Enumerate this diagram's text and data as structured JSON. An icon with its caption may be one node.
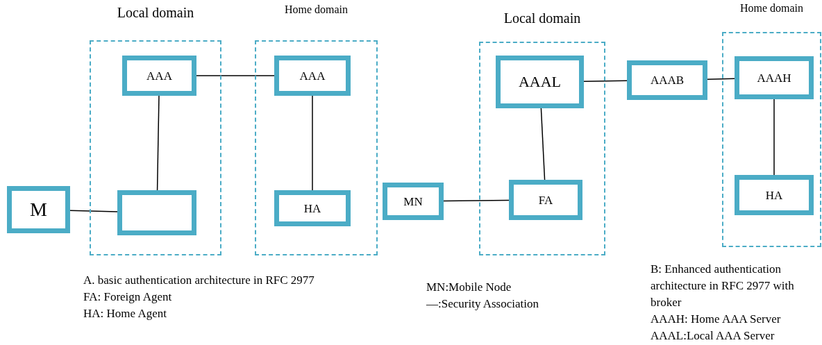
{
  "diagram": {
    "nodes": [
      {
        "text": [
          "Local domain"
        ]
      },
      {
        "text": [
          "AAA"
        ],
        "in": 0
      },
      {
        "text": [],
        "shape": "box",
        "in": 0
      },
      {
        "text": [
          "Home domain"
        ]
      },
      {
        "text": [
          "AAA"
        ],
        "in": 3
      },
      {
        "text": [
          "HA"
        ],
        "in": 3
      },
      {
        "text": [
          "M"
        ]
      },
      {
        "text": [
          "MN"
        ]
      },
      {
        "text": [
          "Local domain"
        ]
      },
      {
        "text": [
          "AAAL"
        ],
        "in": 8
      },
      {
        "text": [
          "FA"
        ],
        "in": 8
      },
      {
        "text": [
          "AAAB"
        ]
      },
      {
        "text": [
          "Home domain"
        ]
      },
      {
        "text": [
          "AAAH"
        ],
        "in": 12
      },
      {
        "text": [
          "HA"
        ],
        "in": 12
      }
    ],
    "edges": [
      {
        "from": 1,
        "to": 4,
        "arrow": "none"
      },
      {
        "from": 1,
        "to": 2,
        "arrow": "none"
      },
      {
        "from": 4,
        "to": 5,
        "arrow": "none"
      },
      {
        "from": 6,
        "to": 2,
        "arrow": "none"
      },
      {
        "from": 7,
        "to": 10,
        "arrow": "none"
      },
      {
        "from": 9,
        "to": 10,
        "arrow": "none"
      },
      {
        "from": 9,
        "to": 11,
        "arrow": "none"
      },
      {
        "from": 11,
        "to": 13,
        "arrow": "none"
      },
      {
        "from": 13,
        "to": 14,
        "arrow": "none"
      }
    ],
    "labels": [
      "A. basic authentication architecture in RFC 2977",
      "FA: Foreign Agent",
      "HA: Home Agent",
      "MN:Mobile Node",
      "—:Security Association",
      "B: Enhanced authentication architecture in RFC 2977 with broker",
      "AAAH: Home AAA Server",
      "AAAL:Local AAA Server"
    ]
  }
}
